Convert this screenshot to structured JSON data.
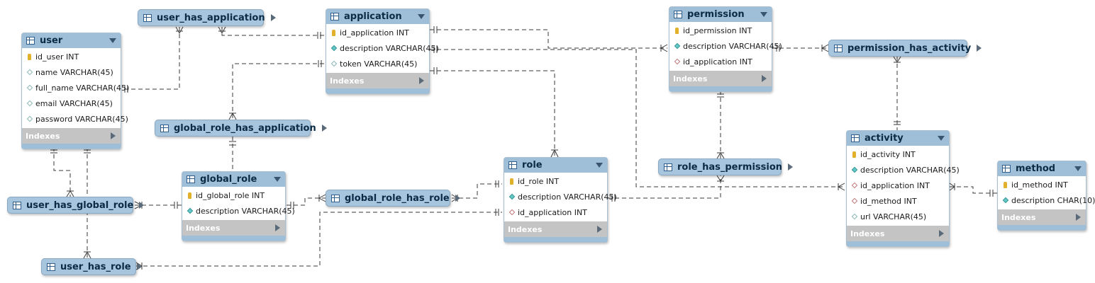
{
  "tables": [
    {
      "id": "user",
      "name": "user",
      "index_label": "Indexes",
      "columns": [
        {
          "name": "id_user INT",
          "icon": "key-icon"
        },
        {
          "name": "name VARCHAR(45)",
          "icon": "nullable-column-icon"
        },
        {
          "name": "full_name VARCHAR(45)",
          "icon": "nullable-column-icon"
        },
        {
          "name": "email VARCHAR(45)",
          "icon": "nullable-column-icon"
        },
        {
          "name": "password VARCHAR(45)",
          "icon": "nullable-column-icon"
        }
      ]
    },
    {
      "id": "application",
      "name": "application",
      "index_label": "Indexes",
      "columns": [
        {
          "name": "id_application INT",
          "icon": "key-icon"
        },
        {
          "name": "description VARCHAR(45)",
          "icon": "not-null-column-icon"
        },
        {
          "name": "token VARCHAR(45)",
          "icon": "nullable-column-icon"
        }
      ]
    },
    {
      "id": "permission",
      "name": "permission",
      "index_label": "Indexes",
      "columns": [
        {
          "name": "id_permission INT",
          "icon": "key-icon"
        },
        {
          "name": "description VARCHAR(45)",
          "icon": "not-null-column-icon"
        },
        {
          "name": "id_application INT",
          "icon": "foreign-key-icon"
        }
      ]
    },
    {
      "id": "global_role",
      "name": "global_role",
      "index_label": "Indexes",
      "columns": [
        {
          "name": "id_global_role INT",
          "icon": "key-icon"
        },
        {
          "name": "description VARCHAR(45)",
          "icon": "not-null-column-icon"
        }
      ]
    },
    {
      "id": "role",
      "name": "role",
      "index_label": "Indexes",
      "columns": [
        {
          "name": "id_role INT",
          "icon": "key-icon"
        },
        {
          "name": "description VARCHAR(45)",
          "icon": "not-null-column-icon"
        },
        {
          "name": "id_application INT",
          "icon": "foreign-key-icon"
        }
      ]
    },
    {
      "id": "activity",
      "name": "activity",
      "index_label": "Indexes",
      "columns": [
        {
          "name": "id_activity INT",
          "icon": "key-icon"
        },
        {
          "name": "description VARCHAR(45)",
          "icon": "not-null-column-icon"
        },
        {
          "name": "id_application INT",
          "icon": "foreign-key-icon"
        },
        {
          "name": "id_method INT",
          "icon": "foreign-key-icon"
        },
        {
          "name": "url VARCHAR(45)",
          "icon": "nullable-column-icon"
        }
      ]
    },
    {
      "id": "method",
      "name": "method",
      "index_label": "Indexes",
      "columns": [
        {
          "name": "id_method INT",
          "icon": "key-icon"
        },
        {
          "name": "description CHAR(10)",
          "icon": "not-null-column-icon"
        }
      ]
    }
  ],
  "link_tables": [
    {
      "id": "user_has_application",
      "name": "user_has_application"
    },
    {
      "id": "global_role_has_application",
      "name": "global_role_has_application"
    },
    {
      "id": "user_has_global_role",
      "name": "user_has_global_role"
    },
    {
      "id": "global_role_has_role",
      "name": "global_role_has_role"
    },
    {
      "id": "user_has_role",
      "name": "user_has_role"
    },
    {
      "id": "role_has_permission",
      "name": "role_has_permission"
    },
    {
      "id": "permission_has_activity",
      "name": "permission_has_activity"
    }
  ],
  "colors": {
    "header": "#9fbfd9",
    "index_bar": "#c4c4c4",
    "wire": "#3a3a3a",
    "key": "#e1b12c"
  }
}
